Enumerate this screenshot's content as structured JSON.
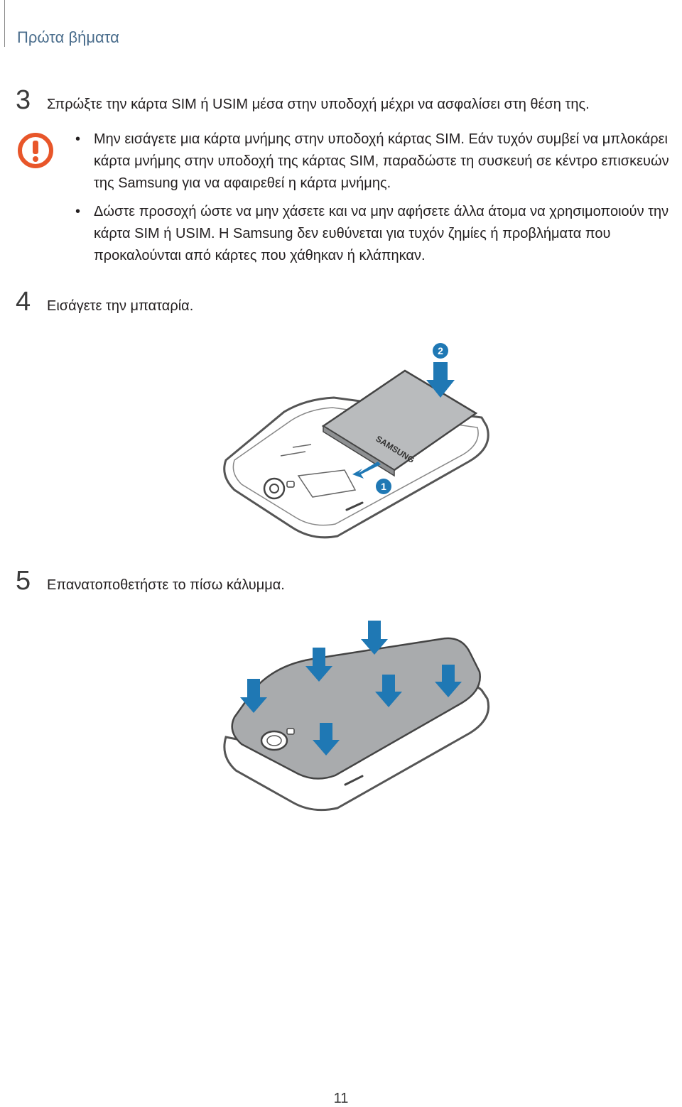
{
  "header": {
    "section_title": "Πρώτα βήματα"
  },
  "steps": [
    {
      "number": "3",
      "text": "Σπρώξτε την κάρτα SIM ή USIM μέσα στην υποδοχή μέχρι να ασφαλίσει στη θέση της."
    },
    {
      "number": "4",
      "text": "Εισάγετε την μπαταρία."
    },
    {
      "number": "5",
      "text": "Επανατοποθετήστε το πίσω κάλυμμα."
    }
  ],
  "warning": {
    "icon": "caution-exclamation-icon",
    "bullets": [
      "Μην εισάγετε μια κάρτα μνήμης στην υποδοχή κάρτας SIM. Εάν τυχόν συμβεί να μπλοκάρει κάρτα μνήμης στην υποδοχή της κάρτας SIM, παραδώστε τη συσκευή σε κέντρο επισκευών της Samsung για να αφαιρεθεί η κάρτα μνήμης.",
      "Δώστε προσοχή ώστε να μην χάσετε και να μην αφήσετε άλλα άτομα να χρησιμοποιούν την κάρτα SIM ή USIM. Η Samsung δεν ευθύνεται για τυχόν ζημίες ή προβλήματα που προκαλούνται από κάρτες που χάθηκαν ή κλάπηκαν."
    ]
  },
  "figure_battery": {
    "brand_label": "SAMSUNG",
    "callout_1": "1",
    "callout_2": "2"
  },
  "footer": {
    "page_number": "11"
  },
  "colors": {
    "accent_orange": "#e8562a",
    "arrow_blue": "#1f78b4",
    "title_blue": "#4a6d8c"
  }
}
